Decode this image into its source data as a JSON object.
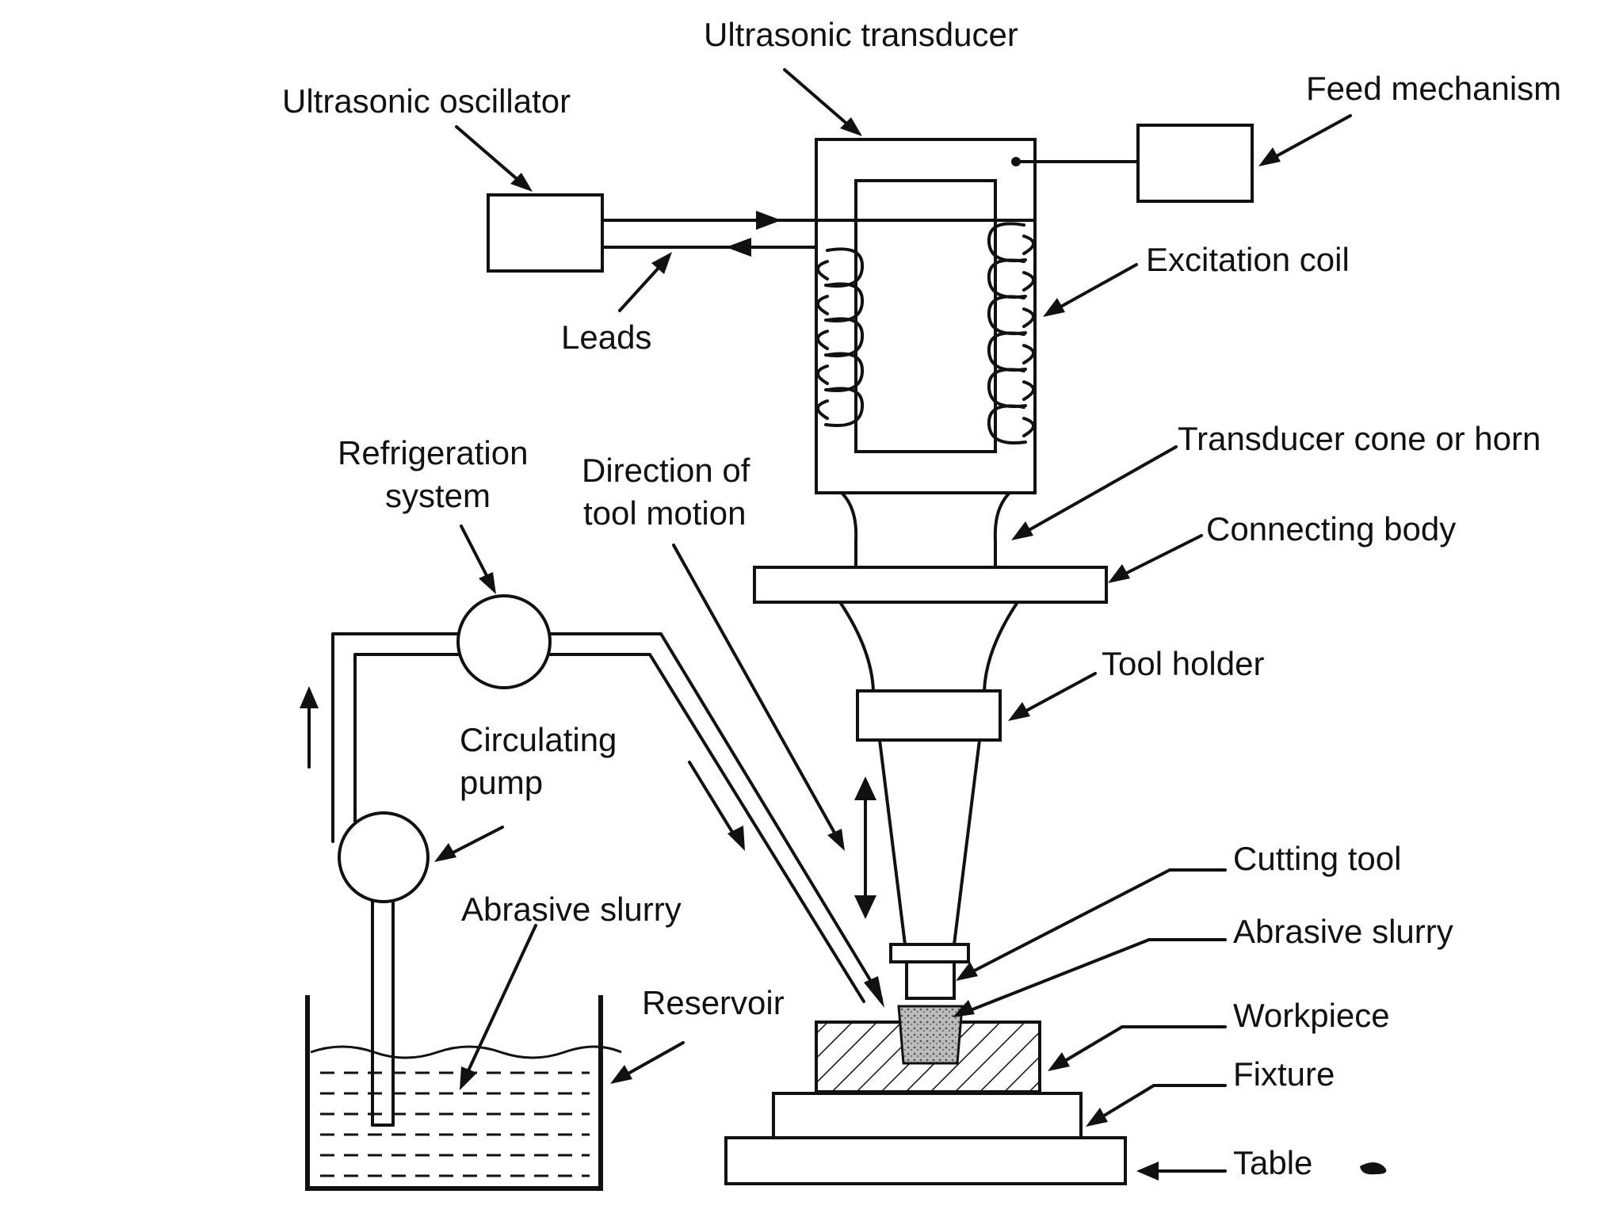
{
  "diagram": {
    "labels": {
      "ultrasonic_transducer": "Ultrasonic transducer",
      "ultrasonic_oscillator": "Ultrasonic oscillator",
      "feed_mechanism": "Feed mechanism",
      "excitation_coil": "Excitation coil",
      "leads": "Leads",
      "refrigeration_line1": "Refrigeration",
      "refrigeration_line2": "system",
      "direction_line1": "Direction of",
      "direction_line2": "tool motion",
      "transducer_cone": "Transducer cone or horn",
      "connecting_body": "Connecting body",
      "tool_holder": "Tool holder",
      "circulating_line1": "Circulating",
      "circulating_line2": "pump",
      "cutting_tool": "Cutting tool",
      "abrasive_slurry_right": "Abrasive slurry",
      "abrasive_slurry_left": "Abrasive slurry",
      "reservoir": "Reservoir",
      "workpiece": "Workpiece",
      "fixture": "Fixture",
      "table": "Table"
    }
  }
}
